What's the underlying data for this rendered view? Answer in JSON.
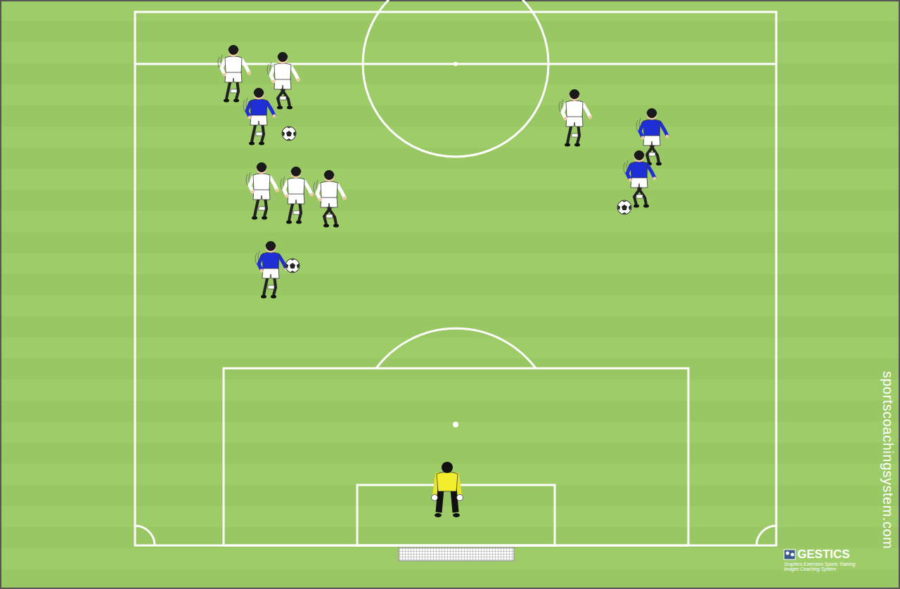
{
  "diagram": {
    "labels": [
      "sportscoachingsystem.com",
      "GESTICS",
      "Graphics Exercises Sports Training",
      "Images Coaching System"
    ]
  }
}
